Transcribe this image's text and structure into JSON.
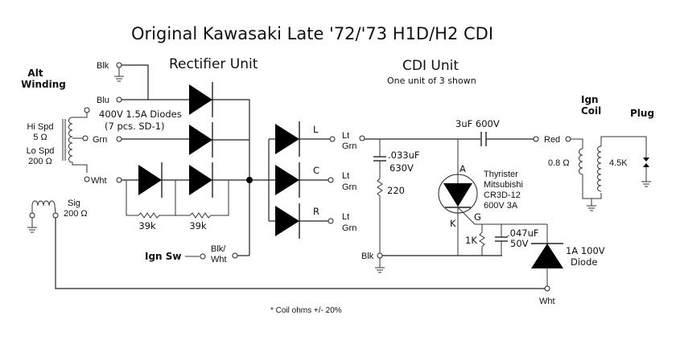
{
  "title": "Original Kawasaki Late '72/'73 H1D/H2 CDI",
  "sections": {
    "rectifier": "Rectifier Unit",
    "cdi": "CDI Unit",
    "cdi_sub": "One unit of 3 shown"
  },
  "alternator": {
    "label_line1": "Alt",
    "label_line2": "Winding",
    "hi_spd": "Hi Spd",
    "hi_ohms": "5 Ω",
    "lo_spd": "Lo Spd",
    "lo_ohms": "200 Ω",
    "pins": [
      "Blk",
      "Blu",
      "Grn",
      "Wht"
    ]
  },
  "signal_coil": {
    "label": "Sig",
    "ohms": "200 Ω"
  },
  "rectifier": {
    "diodes_line1": "400V 1.5A Diodes",
    "diodes_line2": "(7 pcs. SD-1)",
    "resistor_1": "39k",
    "resistor_2": "39k",
    "ign_sw": "Ign Sw",
    "ign_pin_line1": "Blk/",
    "ign_pin_line2": "Wht",
    "outputs": [
      {
        "name": "L",
        "wire_line1": "Lt",
        "wire_line2": "Grn"
      },
      {
        "name": "C",
        "wire_line1": "Lt",
        "wire_line2": "Grn"
      },
      {
        "name": "R",
        "wire_line1": "Lt",
        "wire_line2": "Grn"
      }
    ]
  },
  "cdi": {
    "input_line1": "Lt",
    "input_line2": "Grn",
    "snubber_cap_line1": ".033uF",
    "snubber_cap_line2": "630V",
    "snubber_res": "220",
    "main_cap": "3uF 600V",
    "thyristor_anode": "A",
    "thyristor_cathode": "K",
    "thyristor_gate": "G",
    "thyristor_line1": "Thyrister",
    "thyristor_line2": "Mitsubishi",
    "thyristor_line3": "CR3D-12",
    "thyristor_line4": "600V 3A",
    "gate_res": "1K",
    "gate_cap_line1": ".047uF",
    "gate_cap_line2": "50V",
    "diode_line1": "1A 100V",
    "diode_line2": "Diode",
    "ground_pin": "Blk",
    "trigger_pin": "Wht",
    "output_pin": "Red"
  },
  "ign_coil": {
    "label_line1": "Ign",
    "label_line2": "Coil",
    "primary": "0.8 Ω",
    "secondary": "4.5K"
  },
  "plug": {
    "label": "Plug"
  },
  "footnote": "* Coil ohms +/- 20%"
}
